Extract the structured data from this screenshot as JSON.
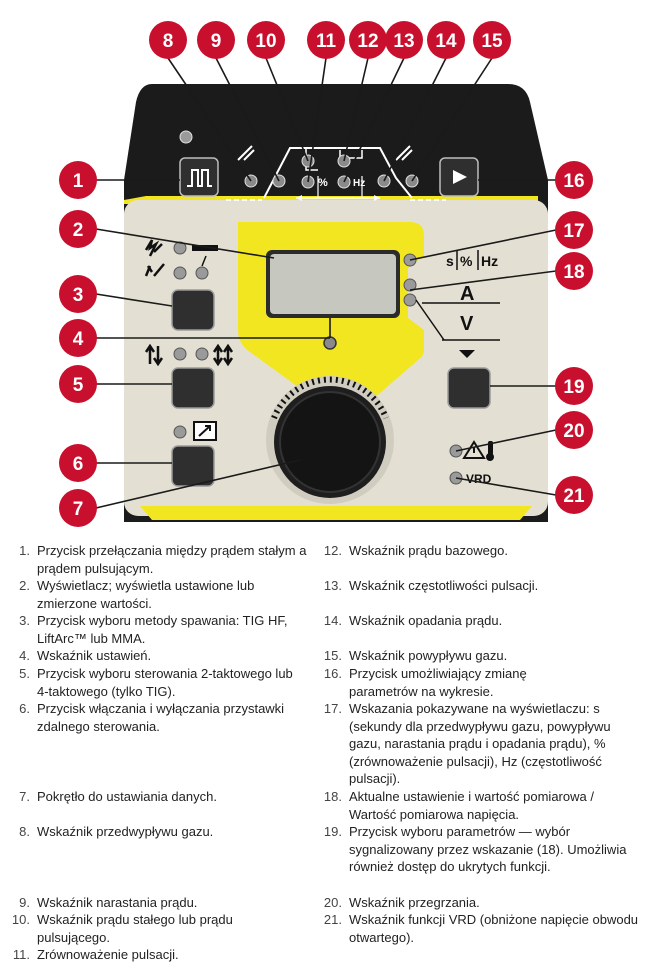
{
  "callouts": [
    "1",
    "2",
    "3",
    "4",
    "5",
    "6",
    "7",
    "8",
    "9",
    "10",
    "11",
    "12",
    "13",
    "14",
    "15",
    "16",
    "17",
    "18",
    "19",
    "20",
    "21"
  ],
  "panel": {
    "graph_labels": {
      "percent": "%",
      "hz": "Hz"
    },
    "display_units": {
      "s": "s",
      "percent": "%",
      "hz": "Hz"
    },
    "measure_labels": {
      "amps": "A",
      "volts": "V"
    },
    "vrd_label": "VRD",
    "colors": {
      "callout": "#c8102e",
      "accent": "#f2e620",
      "panel": "#e3e0d3",
      "bezel": "#1b1b1b"
    }
  },
  "legend": [
    {
      "n": "1.",
      "text": "Przycisk przełączania między prądem stałym a prądem pulsującym."
    },
    {
      "n": "2.",
      "text": "Wyświetlacz; wyświetla ustawione lub zmierzone wartości."
    },
    {
      "n": "3.",
      "text": "Przycisk wyboru metody spawania: TIG HF, LiftArc™ lub MMA."
    },
    {
      "n": "4.",
      "text": "Wskaźnik ustawień."
    },
    {
      "n": "5.",
      "text": "Przycisk wyboru sterowania 2-taktowego lub 4-taktowego (tylko TIG)."
    },
    {
      "n": "6.",
      "text": "Przycisk włączania i wyłączania przystawki zdalnego sterowania."
    },
    {
      "n": "7.",
      "text": "Pokrętło do ustawiania danych."
    },
    {
      "n": "8.",
      "text": "Wskaźnik przedwypływu gazu."
    },
    {
      "n": "9.",
      "text": "Wskaźnik narastania prądu."
    },
    {
      "n": "10.",
      "text": "Wskaźnik prądu stałego lub prądu pulsującego."
    },
    {
      "n": "11.",
      "text": "Zrównoważenie pulsacji."
    },
    {
      "n": "12.",
      "text": "Wskaźnik prądu bazowego."
    },
    {
      "n": "13.",
      "text": "Wskaźnik częstotliwości pulsacji."
    },
    {
      "n": "14.",
      "text": "Wskaźnik opadania prądu."
    },
    {
      "n": "15.",
      "text": "Wskaźnik powypływu gazu."
    },
    {
      "n": "16.",
      "text": "Przycisk umożliwiający zmianę parametrów na wykresie."
    },
    {
      "n": "17.",
      "text": "Wskazania pokazywane na wyświetlaczu: s (sekundy dla przedwypływu gazu, powypływu gazu, narastania prądu i opadania prądu), % (zrównoważenie pulsacji), Hz (częstotliwość pulsacji)."
    },
    {
      "n": "18.",
      "text": "Aktualne ustawienie i wartość pomiarowa / Wartość pomiarowa napięcia."
    },
    {
      "n": "19.",
      "text": "Przycisk wyboru parametrów — wybór sygnalizowany przez wskazanie (18). Umożliwia również dostęp do ukrytych funkcji."
    },
    {
      "n": "20.",
      "text": "Wskaźnik przegrzania."
    },
    {
      "n": "21.",
      "text": "Wskaźnik funkcji VRD (obniżone napięcie obwodu otwartego)."
    }
  ]
}
